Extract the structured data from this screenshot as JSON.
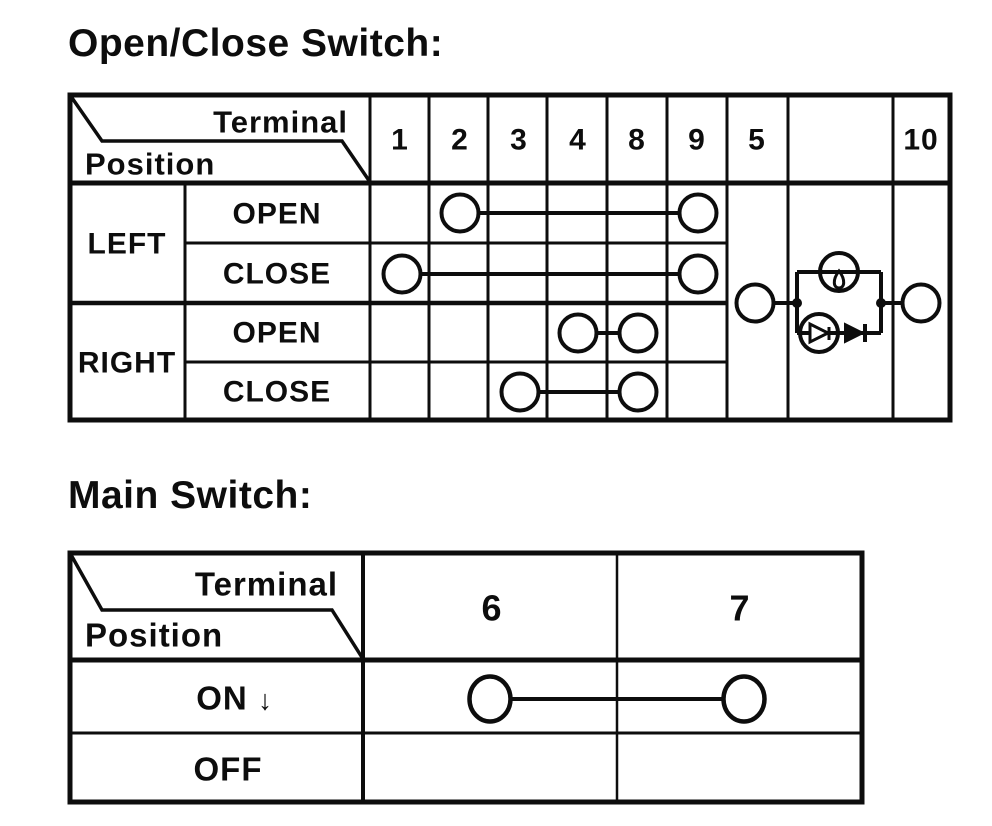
{
  "document": {
    "paper_color": "#ffffff",
    "ink_color": "#0d0d0d"
  },
  "open_close_switch": {
    "title": "Open/Close Switch:",
    "header": {
      "terminal_label": "Terminal",
      "position_label": "Position"
    },
    "terminal_columns": [
      "1",
      "2",
      "3",
      "4",
      "8",
      "9",
      "5",
      "",
      "10"
    ],
    "groups": [
      {
        "label": "LEFT"
      },
      {
        "label": "RIGHT"
      }
    ],
    "rows": [
      {
        "group": "LEFT",
        "position": "OPEN",
        "continuity_between": [
          "2",
          "9"
        ]
      },
      {
        "group": "LEFT",
        "position": "CLOSE",
        "continuity_between": [
          "1",
          "9"
        ]
      },
      {
        "group": "RIGHT",
        "position": "OPEN",
        "continuity_between": [
          "4",
          "8"
        ]
      },
      {
        "group": "RIGHT",
        "position": "CLOSE",
        "continuity_between": [
          "3",
          "8"
        ]
      }
    ],
    "indicator_circuit": {
      "between_terminals": [
        "5",
        "10"
      ],
      "parallel_branches": [
        "lamp",
        "led-with-diode"
      ]
    }
  },
  "main_switch": {
    "title": "Main Switch:",
    "header": {
      "terminal_label": "Terminal",
      "position_label": "Position"
    },
    "terminal_columns": [
      "6",
      "7"
    ],
    "rows": [
      {
        "position": "ON",
        "marker": "↓",
        "continuity_between": [
          "6",
          "7"
        ]
      },
      {
        "position": "OFF",
        "continuity_between": []
      }
    ]
  }
}
